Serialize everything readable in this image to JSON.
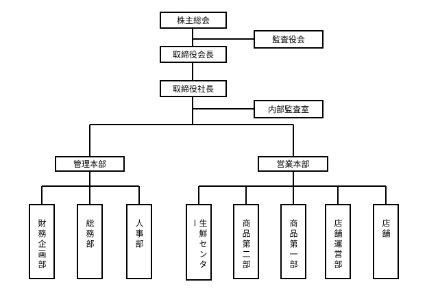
{
  "nodes": {
    "shareholders": "株主総会",
    "auditor": "監査役会",
    "chairman": "取締役会長",
    "president": "取締役社長",
    "internal_audit": "内部監査室",
    "admin_hq": "管理本部",
    "sales_hq": "営業本部",
    "finance_planning": "財務企画部",
    "general_affairs": "総務部",
    "hr": "人事部",
    "fresh_center": "生鮮センター",
    "merch_1": "商品第二部",
    "merch_2": "商品第一部",
    "store_ops": "店舗運営部",
    "stores": "店舗"
  }
}
